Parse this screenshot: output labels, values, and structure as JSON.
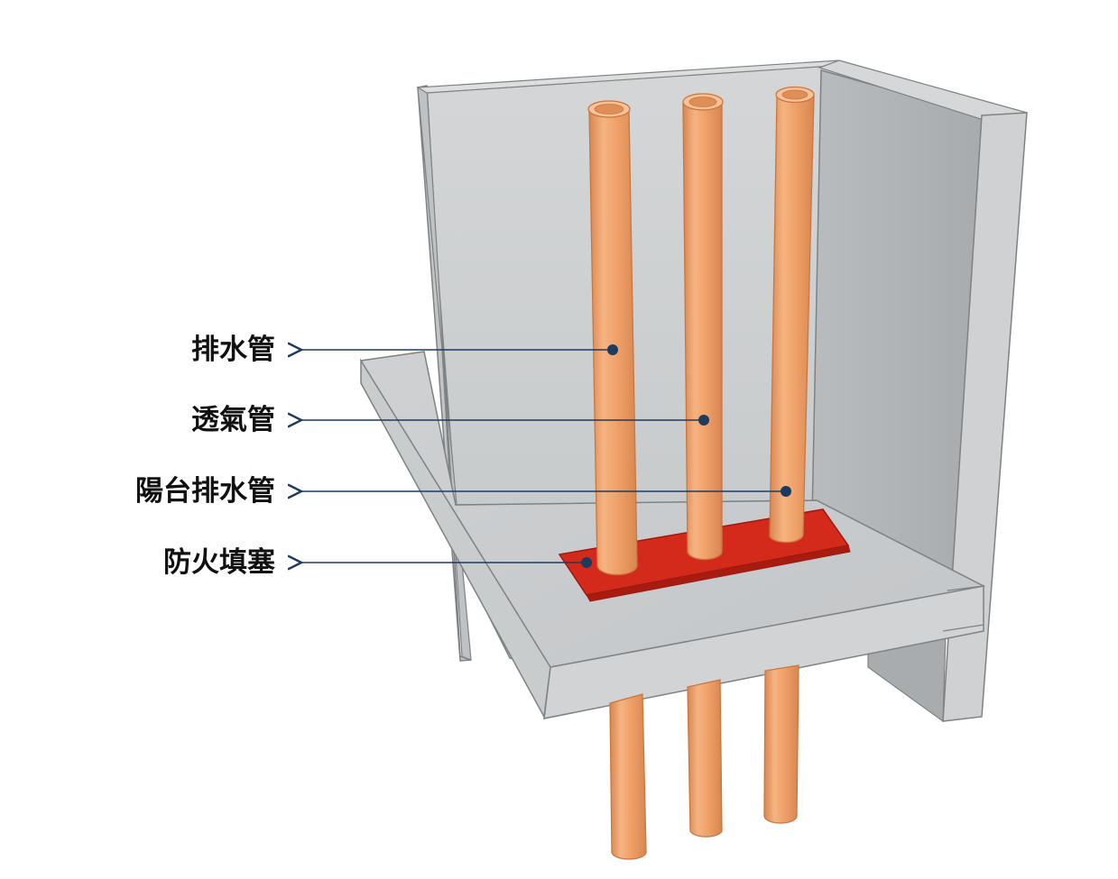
{
  "labels": [
    {
      "id": "drain-pipe",
      "text": "排水管"
    },
    {
      "id": "vent-pipe",
      "text": "透氣管"
    },
    {
      "id": "balcony-drain-pipe",
      "text": "陽台排水管"
    },
    {
      "id": "fire-stop",
      "text": "防火填塞"
    }
  ],
  "colors": {
    "pipe_body": "#f0a36a",
    "pipe_highlight": "#f8c49a",
    "pipe_edge": "#c9773f",
    "fire_stop": "#d42a1c",
    "fire_stop_edge": "#a01810",
    "concrete_light": "#d6d8d9",
    "concrete_mid": "#c5c8ca",
    "concrete_dark": "#b3b6b8",
    "leader_line": "#1f3a5f",
    "label_text": "#111111"
  }
}
